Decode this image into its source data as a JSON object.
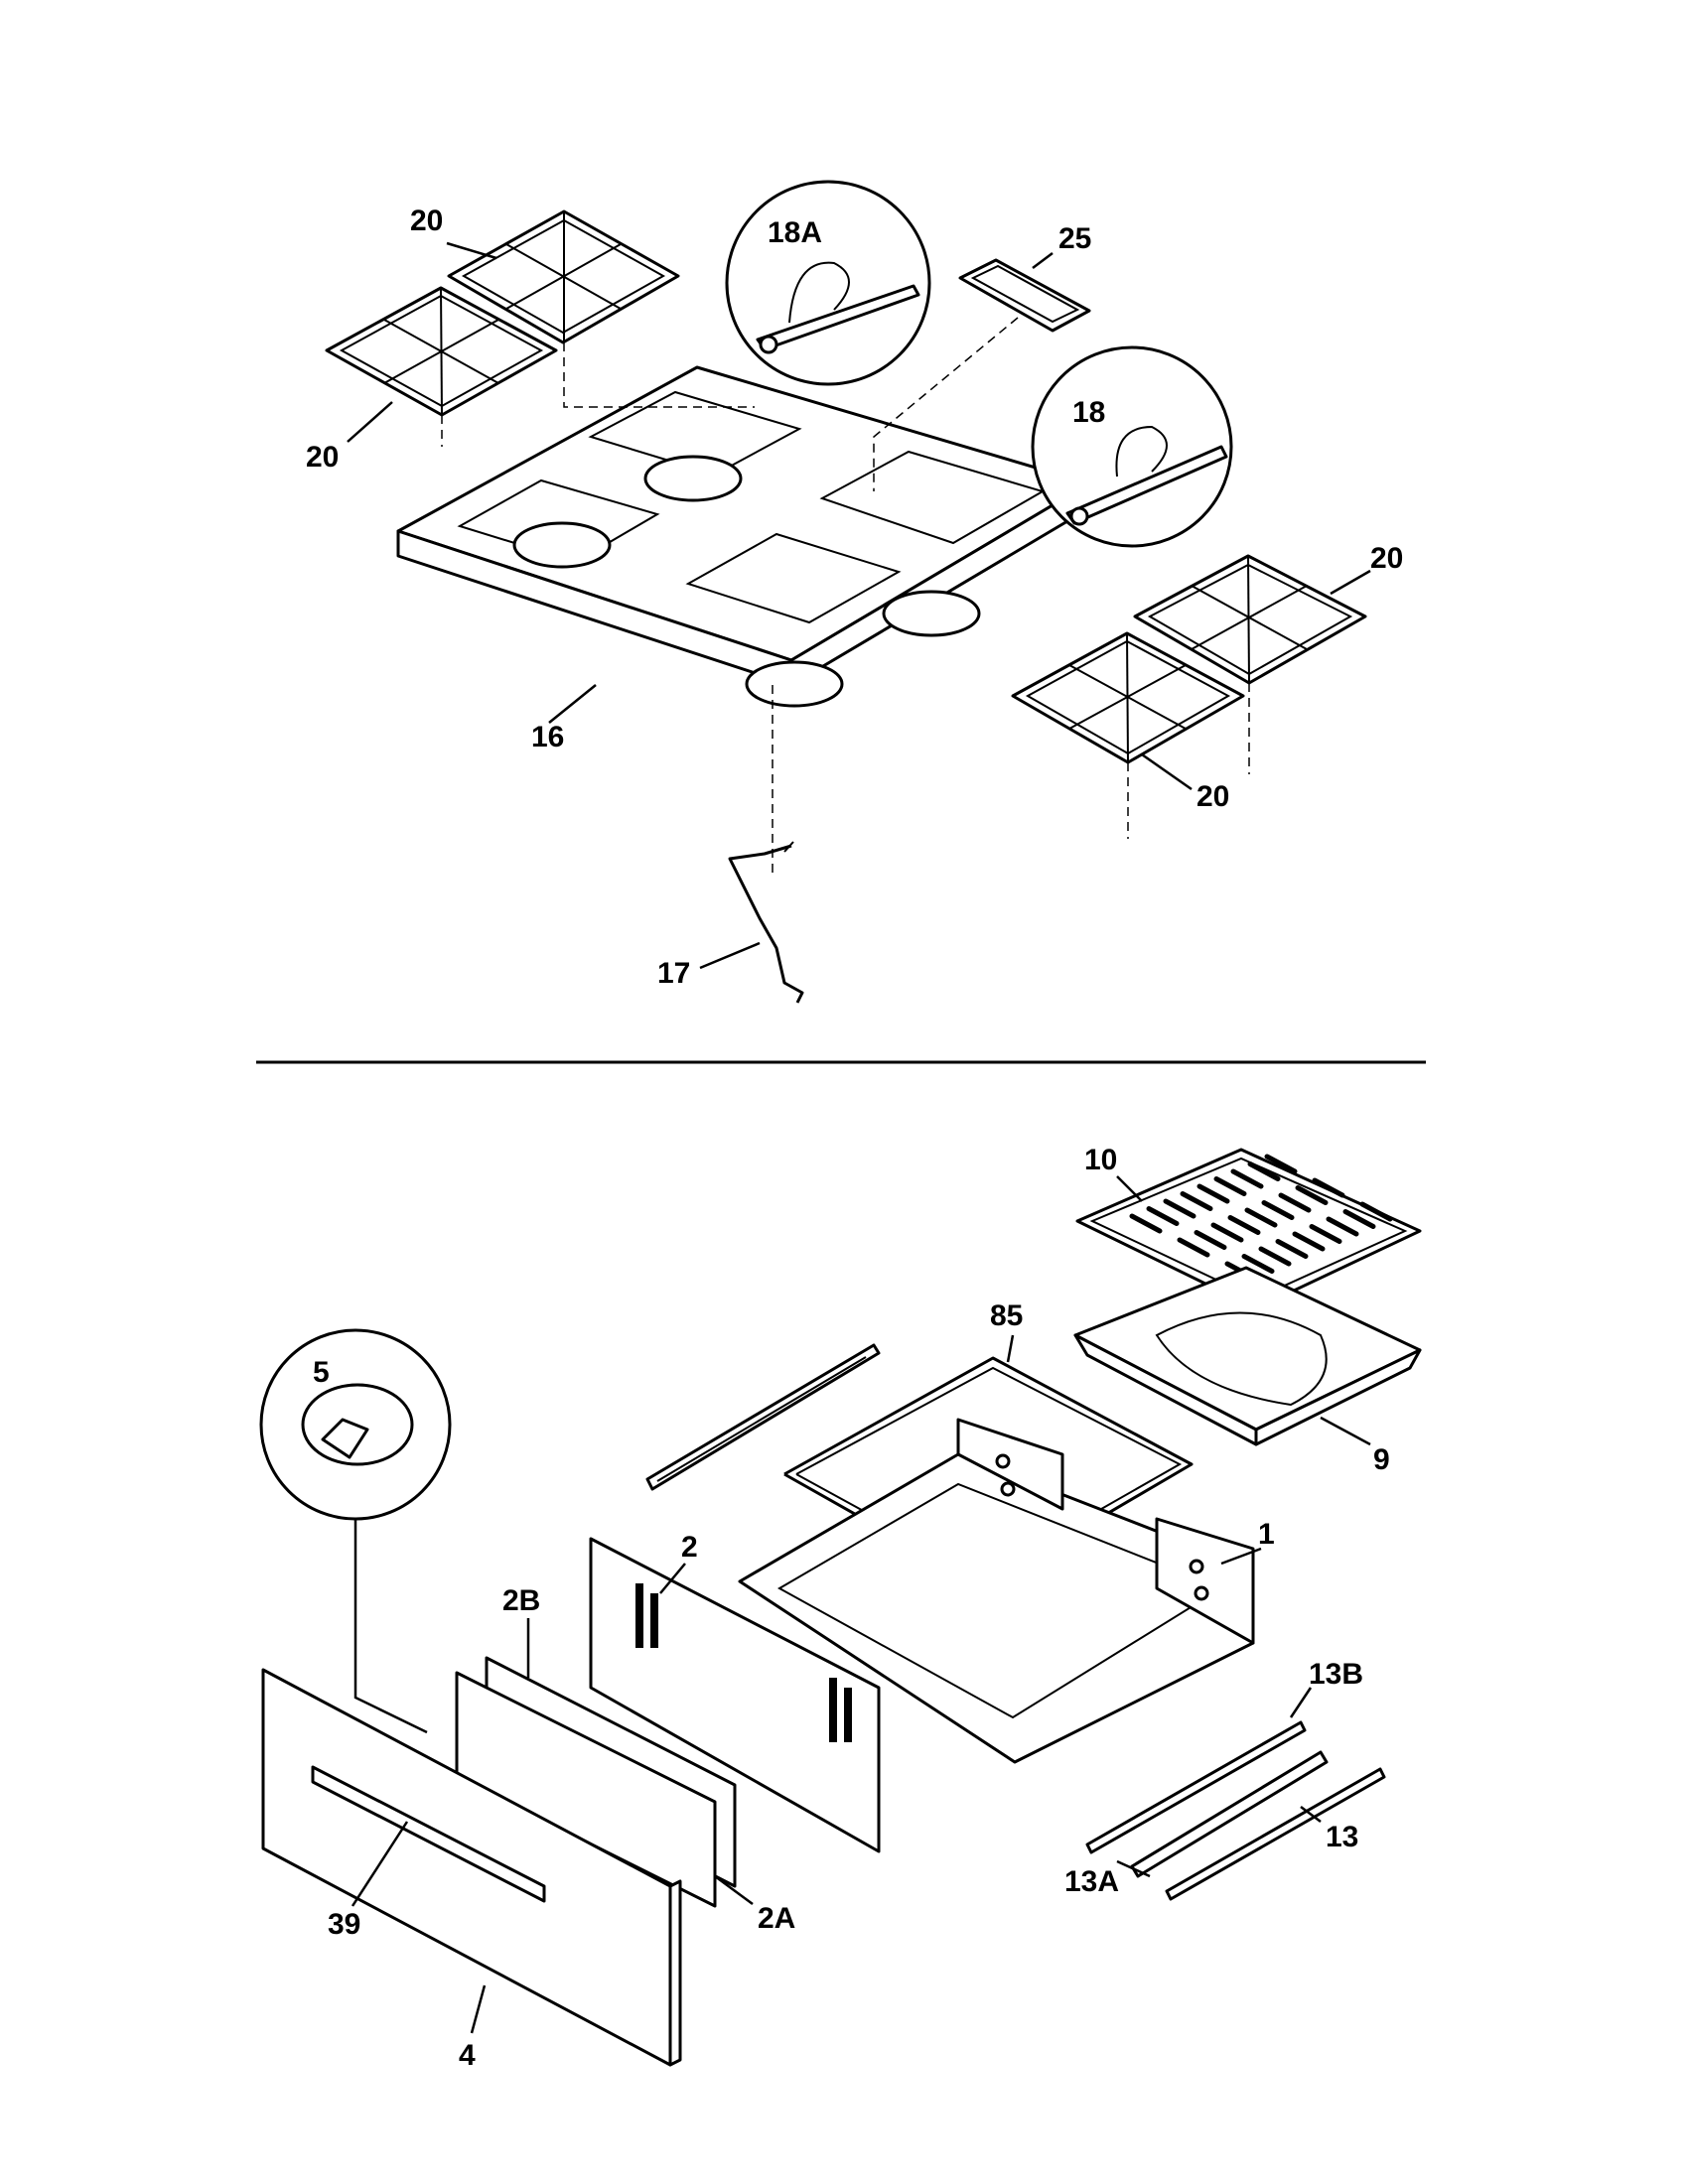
{
  "callouts": {
    "grate_top_left": "20",
    "grate_bottom_left": "20",
    "cooktop": "16",
    "spring": "17",
    "bracket_detail_a": "18A",
    "bracket_detail": "18",
    "trim_clip": "25",
    "grate_top_right": "20",
    "grate_bottom_right": "20",
    "broil_insert": "10",
    "rack_frame": "85",
    "knob_detail": "5",
    "broil_pan": "9",
    "drawer_body": "1",
    "drawer_back": "2",
    "drawer_panel": "2B",
    "drawer_insulation": "2A",
    "slide_b": "13B",
    "slide": "13",
    "slide_a": "13A",
    "handle": "39",
    "drawer_front": "4"
  }
}
